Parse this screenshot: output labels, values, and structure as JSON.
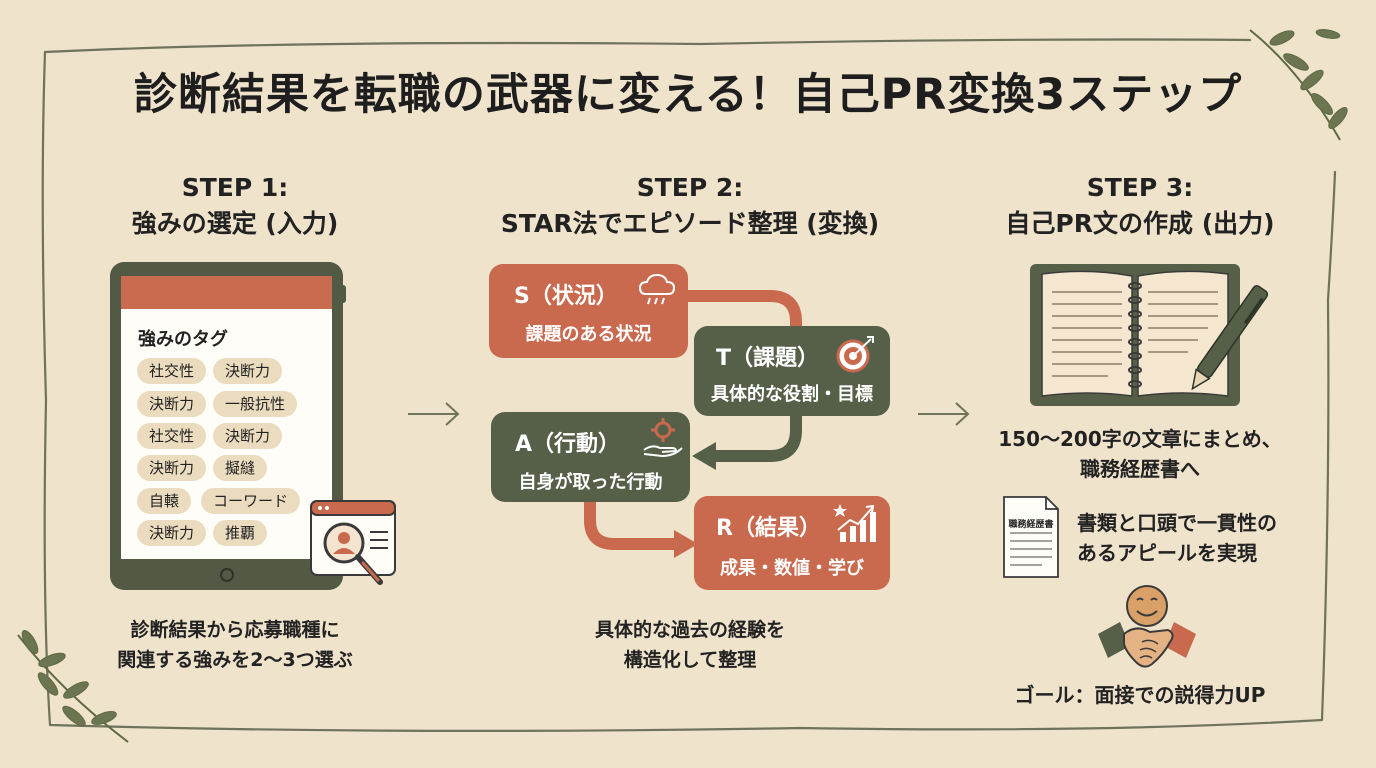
{
  "title": "診断結果を転職の武器に変える！自己PR変換3ステップ",
  "steps": [
    {
      "label": "STEP 1:",
      "name": "強みの選定 (入力)",
      "caption_lines": [
        "診断結果から応募職種に",
        "関連する強みを2〜3つ選ぶ"
      ]
    },
    {
      "label": "STEP 2:",
      "name": "STAR法でエピソード整理 (変換)",
      "caption_lines": [
        "具体的な過去の経験を",
        "構造化して整理"
      ]
    },
    {
      "label": "STEP 3:",
      "name": "自己PR文の作成 (出力)"
    }
  ],
  "tablet": {
    "heading": "強みのタグ",
    "tags": [
      "社交性",
      "決断力",
      "決断力",
      "一般抗性",
      "社交性",
      "決断力",
      "決断力",
      "擬縫",
      "自轅",
      "コーワード",
      "決断力",
      "推覇"
    ]
  },
  "star": {
    "s": {
      "heading": "S（状況）",
      "sub": "課題のある状況"
    },
    "t": {
      "heading": "T（課題）",
      "sub": "具体的な役割・目標"
    },
    "a": {
      "heading": "A（行動）",
      "sub": "自身が取った行動"
    },
    "r": {
      "heading": "R（結果）",
      "sub": "成果・数値・学び"
    }
  },
  "step3": {
    "line1": "150〜200字の文章にまとめ、",
    "line2": "職務経歴書へ",
    "doc_label": "職務経歴書",
    "consistency_1": "書類と口頭で一貫性の",
    "consistency_2": "あるアピールを実現",
    "goal": "ゴール：面接での説得力UP"
  },
  "colors": {
    "background": "#efe3cc",
    "terracotta": "#c9694e",
    "olive": "#566048",
    "tag": "#ecdcbf"
  }
}
